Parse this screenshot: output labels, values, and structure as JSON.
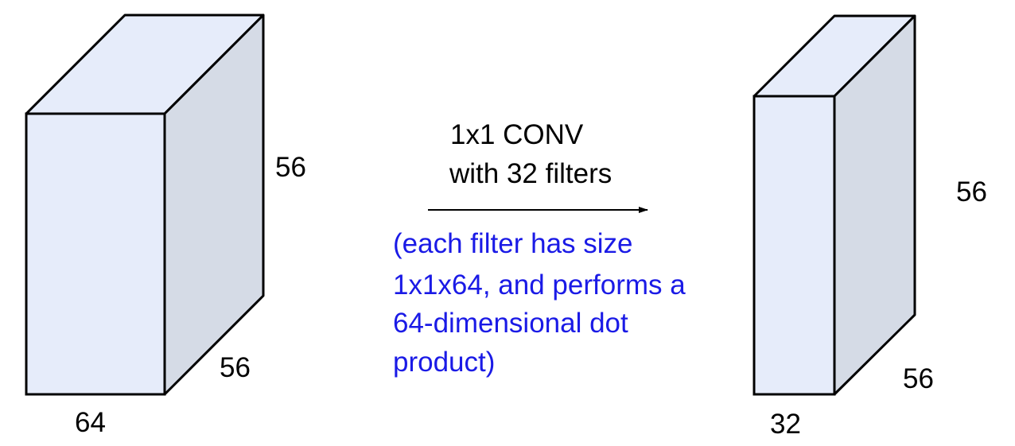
{
  "colors": {
    "box_front": "#e6ecfa",
    "box_top": "#e6ecfa",
    "box_side": "#d5dbe6",
    "edge": "#000000",
    "note_text": "#1a1ae6"
  },
  "input_volume": {
    "width_label": "64",
    "depth_label": "56",
    "height_label": "56"
  },
  "output_volume": {
    "width_label": "32",
    "depth_label": "56",
    "height_label": "56"
  },
  "operation": {
    "title_line1": "1x1 CONV",
    "title_line2": "with 32 filters",
    "note_lines": [
      "(each filter has size",
      "1x1x64, and performs a",
      "64-dimensional dot",
      "product)"
    ]
  }
}
